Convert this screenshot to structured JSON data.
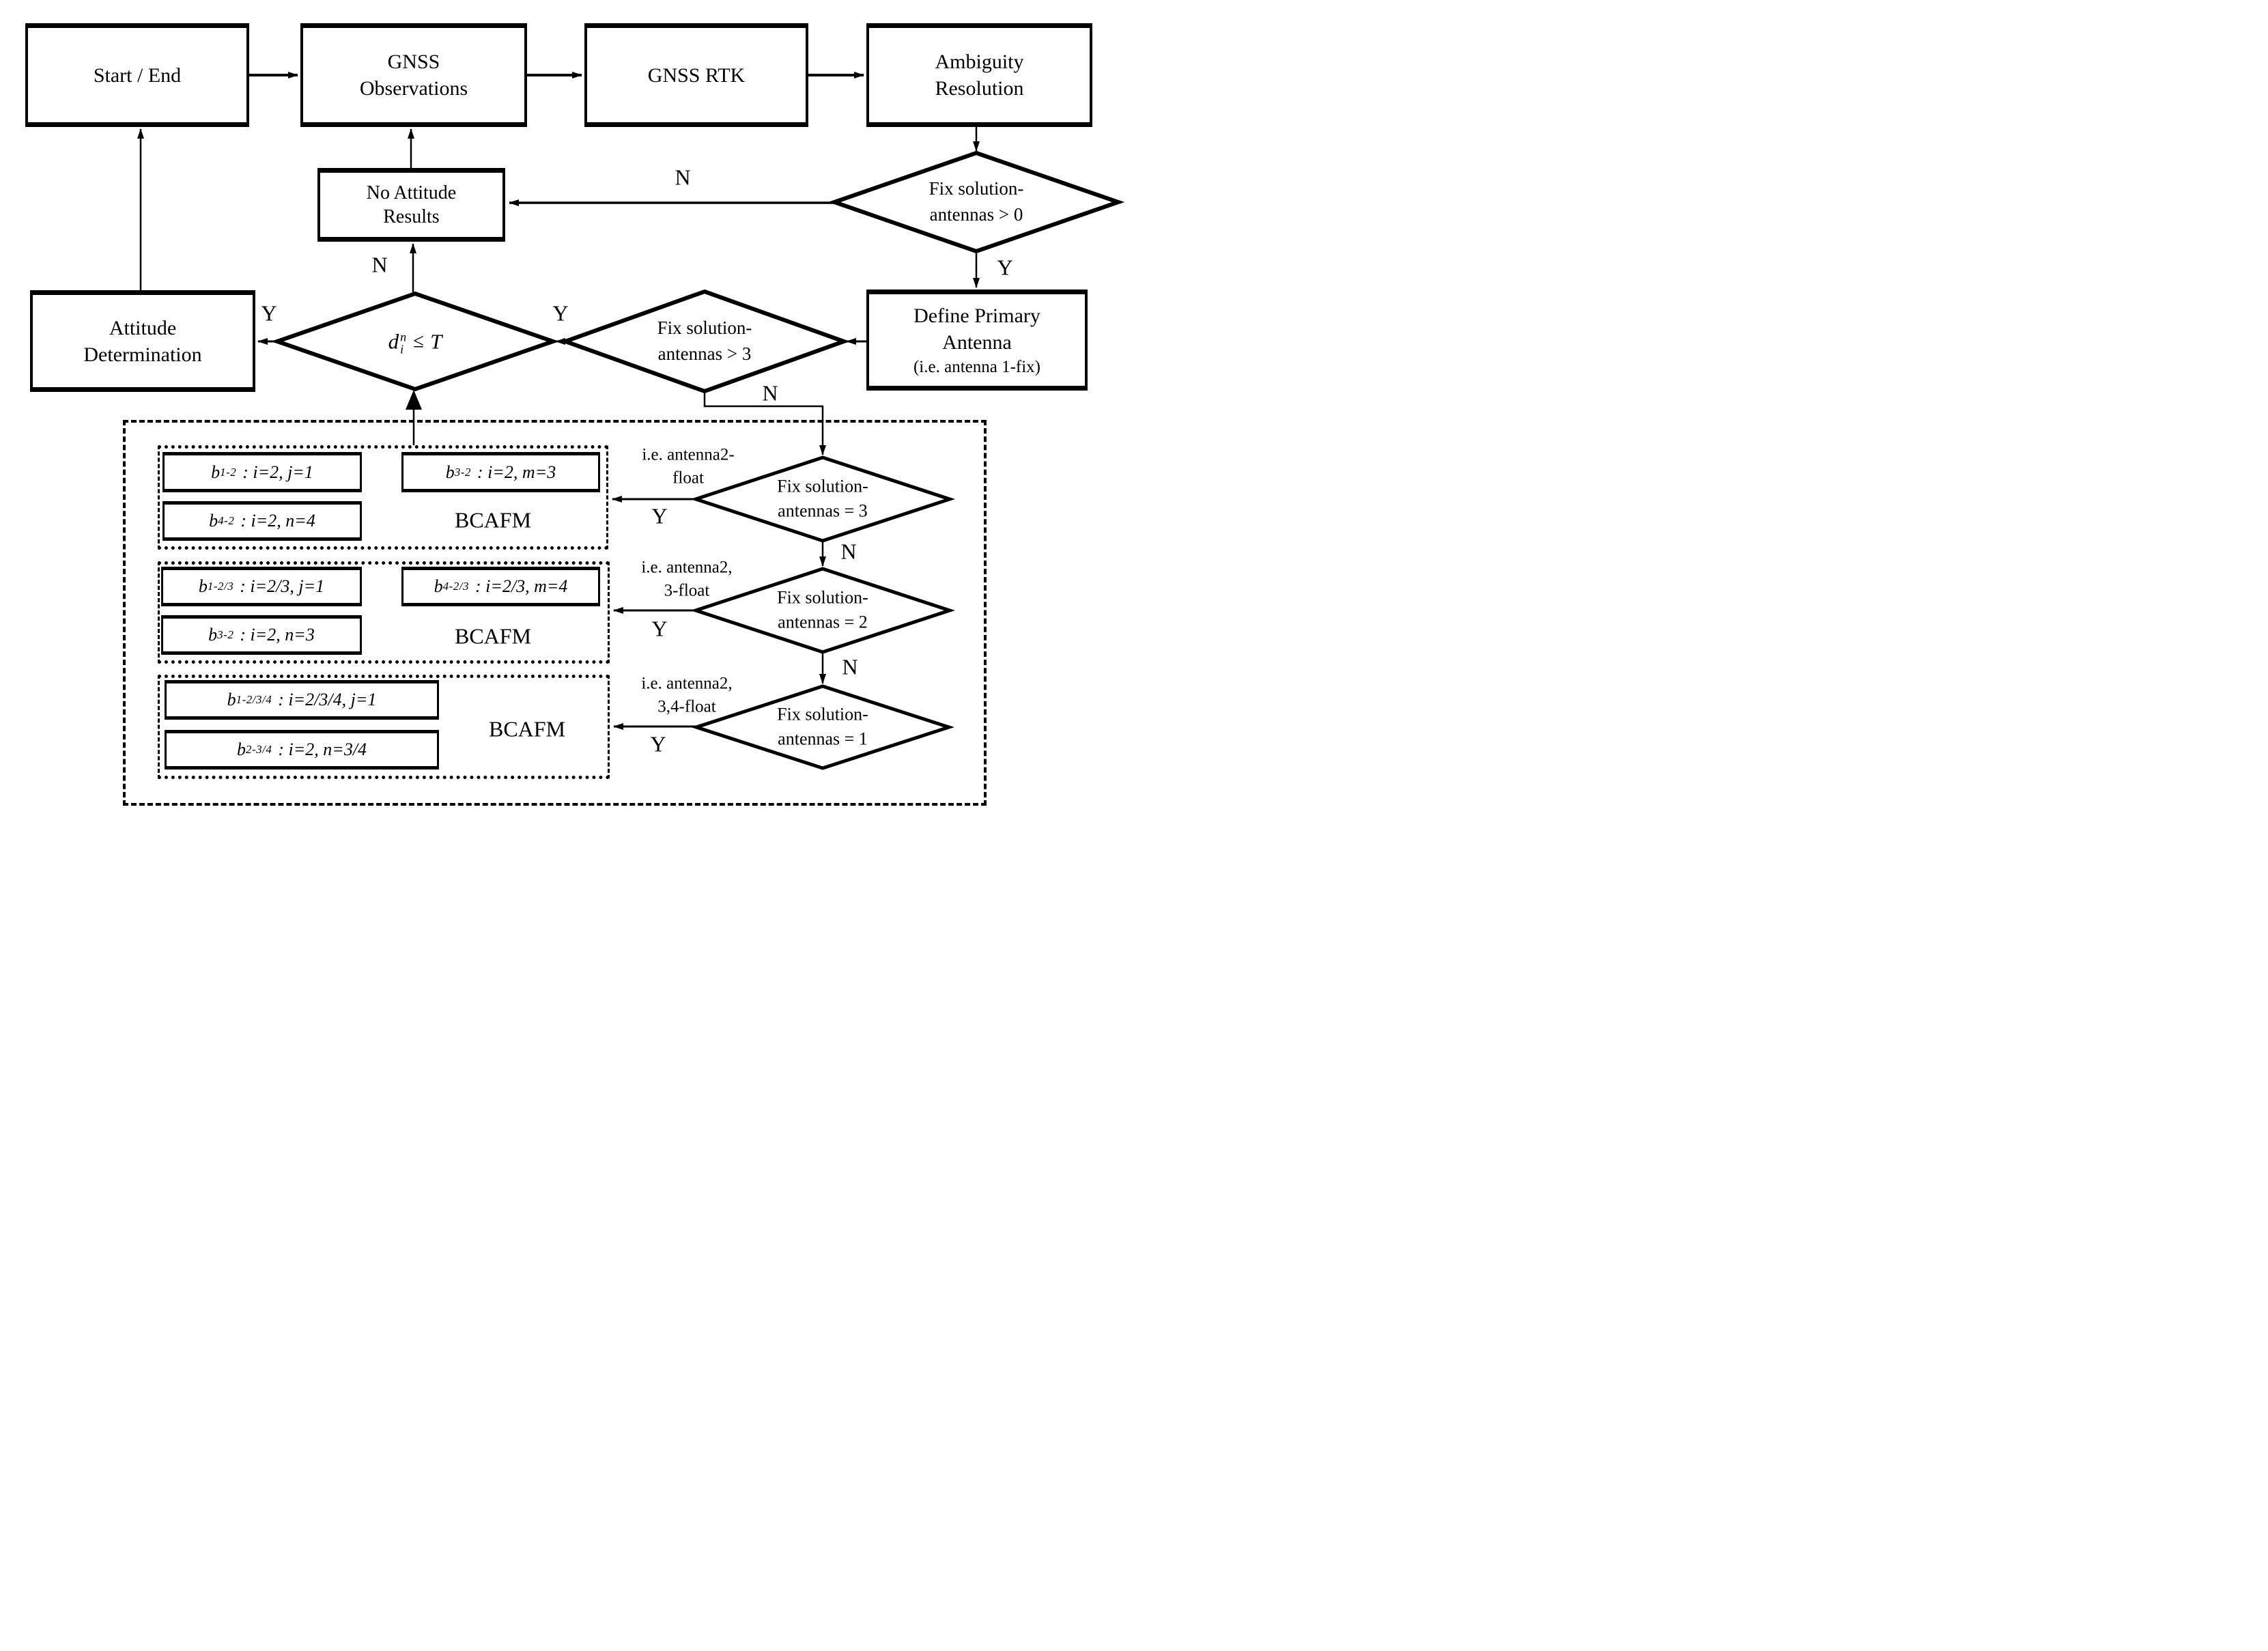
{
  "canvas": {
    "background": "#ffffff",
    "line_color": "#000000"
  },
  "nodes": {
    "start_end": "Start / End",
    "gnss_observations": "GNSS\nObservations",
    "gnss_rtk": "GNSS RTK",
    "ambiguity_resolution": "Ambiguity\nResolution",
    "no_attitude_results": "No Attitude\nResults",
    "attitude_determination": "Attitude\nDetermination",
    "define_primary_antenna": "Define Primary\nAntenna",
    "define_primary_note": "(i.e. antenna 1-fix)"
  },
  "decisions": {
    "fix_gt0": "Fix solution-\nantennas > 0",
    "fix_gt3": "Fix solution-\nantennas > 3",
    "fix_eq3": "Fix solution-\nantennas = 3",
    "fix_eq2": "Fix solution-\nantennas = 2",
    "fix_eq1": "Fix solution-\nantennas = 1",
    "dt": {
      "var": "d",
      "sup": "n",
      "sub": "i",
      "rel": "≤",
      "rhs": "T"
    }
  },
  "branch_labels": {
    "yes": "Y",
    "no": "N"
  },
  "notes": {
    "eq3": "i.e. antenna2-\nfloat",
    "eq2": "i.e. antenna2,\n3-float",
    "eq1": "i.e. antenna2,\n3,4-float"
  },
  "groups": {
    "g1": {
      "bcafm": "BCAFM",
      "boxes": [
        {
          "base": "b",
          "sub": "1-2",
          "cond": ": i=2, j=1"
        },
        {
          "base": "b",
          "sub": "3-2",
          "cond": ": i=2, m=3"
        },
        {
          "base": "b",
          "sub": "4-2",
          "cond": ": i=2, n=4"
        }
      ]
    },
    "g2": {
      "bcafm": "BCAFM",
      "boxes": [
        {
          "base": "b",
          "sub": "1-2/3",
          "cond": ": i=2/3, j=1"
        },
        {
          "base": "b",
          "sub": "4-2/3",
          "cond": ": i=2/3, m=4"
        },
        {
          "base": "b",
          "sub": "3-2",
          "cond": ": i=2, n=3"
        }
      ]
    },
    "g3": {
      "bcafm": "BCAFM",
      "boxes": [
        {
          "base": "b",
          "sub": "1-2/3/4",
          "cond": ": i=2/3/4, j=1"
        },
        {
          "base": "b",
          "sub": "2-3/4",
          "cond": ": i=2, n=3/4"
        }
      ]
    }
  }
}
